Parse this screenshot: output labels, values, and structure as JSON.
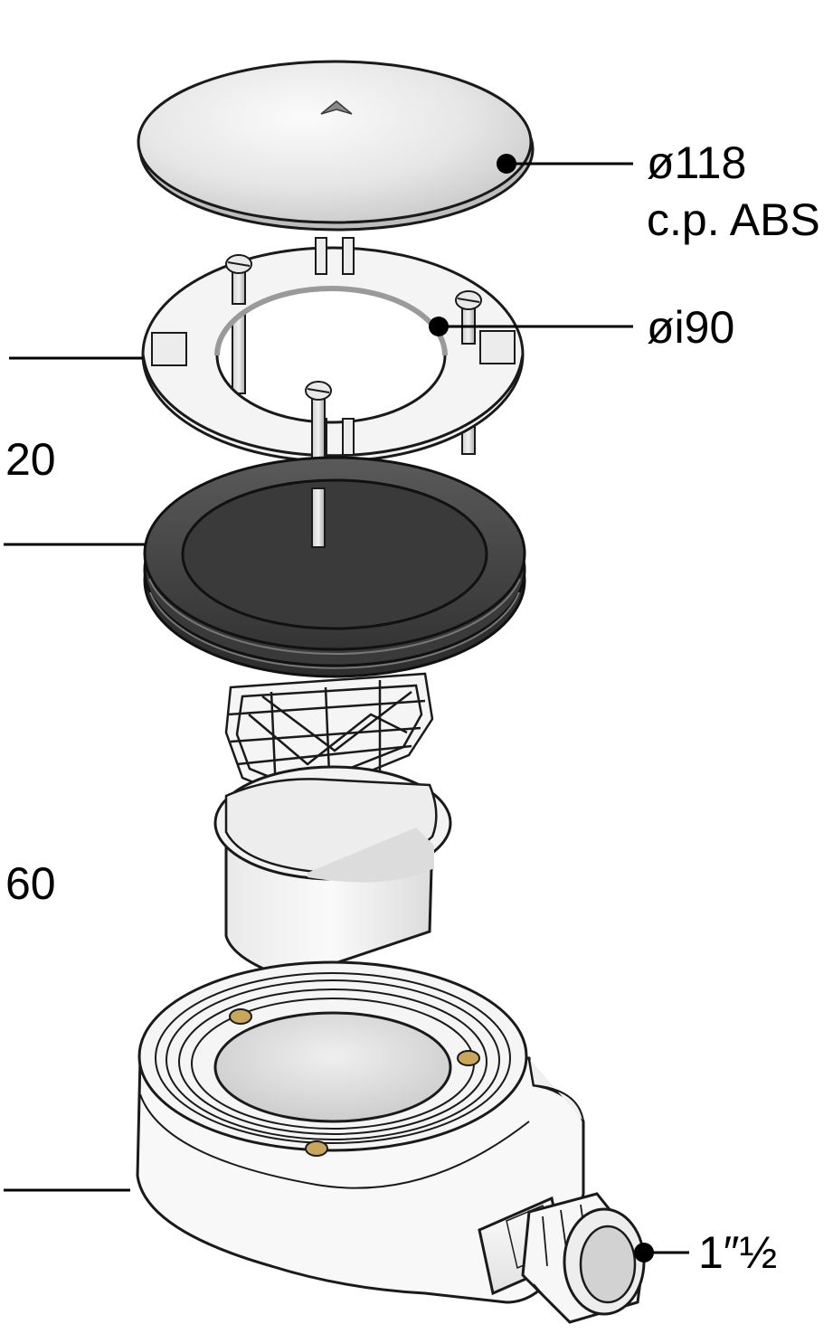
{
  "labels": {
    "cover_diameter": "ø118",
    "cover_material": "c.p. ABS",
    "ring_inner_diameter": "øi90",
    "dim_upper": "20",
    "dim_lower": "60",
    "outlet_size": "1″½"
  },
  "colors": {
    "line": "#1a1a1a",
    "cover_light": "#f6f6f6",
    "cover_mid": "#d7d7d7",
    "gasket": "#555555",
    "gasket_dark": "#2e2e2e",
    "body": "#f7f7f7",
    "inner_shade": "#d9d9d9",
    "brass": "#c9a65a"
  }
}
